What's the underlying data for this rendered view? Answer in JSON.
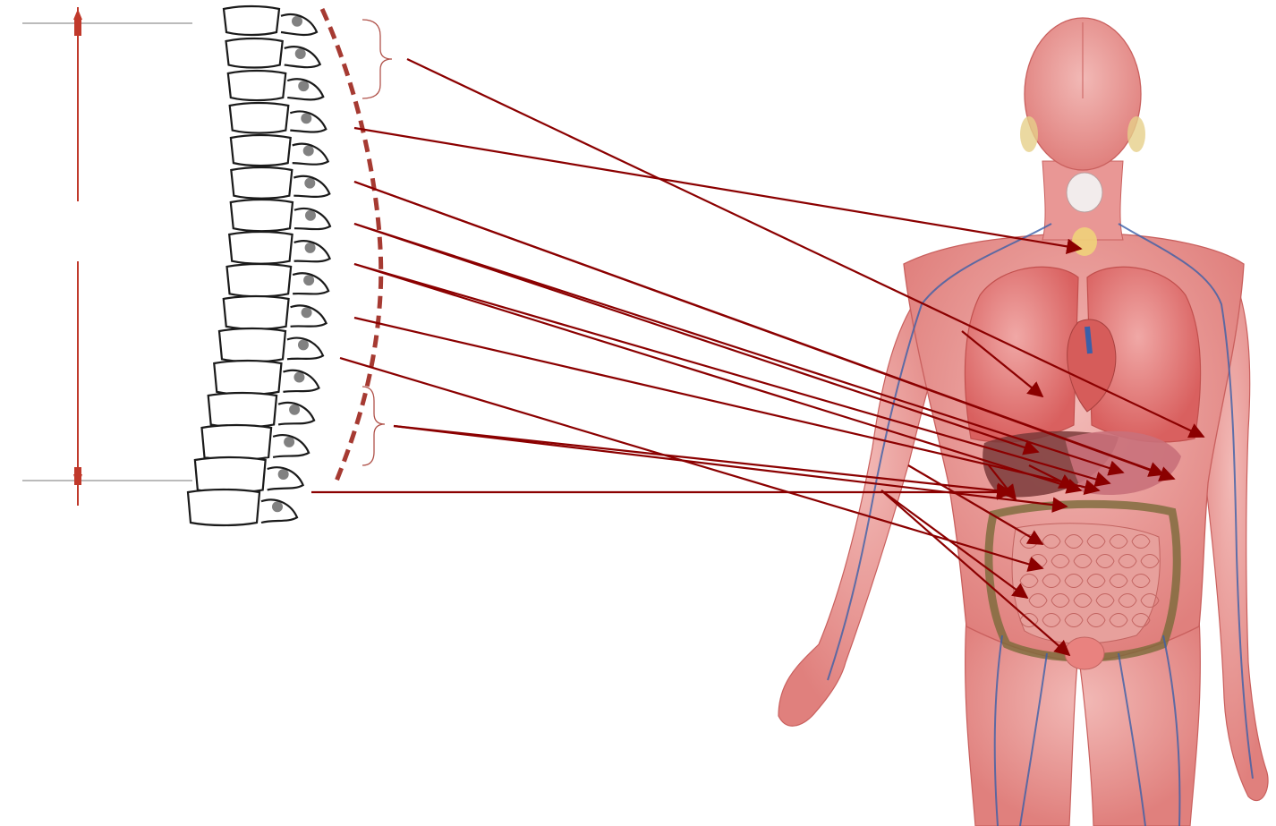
{
  "colors": {
    "arrow": "#8b0000",
    "measure_line": "#c0392b",
    "spine_outline": "#1a1a1a",
    "spine_dash": "#a63a32",
    "skin": "#eba3a1",
    "skin_dark": "#d9706f",
    "organ": "#e58b8b",
    "intestine": "#e7a09c",
    "vein": "#3b5fa8",
    "colon_band": "#7a6a3a"
  },
  "icons": {
    "spine": "vertebral-column-illustration",
    "body": "human-anatomy-illustration"
  },
  "arrows": [
    {
      "id": "upper-group-to-arm"
    },
    {
      "id": "vertebra-1-to-throat"
    },
    {
      "id": "vertebra-2-to-stomach"
    },
    {
      "id": "vertebra-3-to-stomach"
    },
    {
      "id": "vertebra-4-to-stomach"
    },
    {
      "id": "vertebra-5-to-stomach"
    },
    {
      "id": "vertebra-6-to-intestine"
    },
    {
      "id": "lower-group-to-liver"
    },
    {
      "id": "lumbar-to-colon"
    },
    {
      "id": "shoulder-to-lung"
    },
    {
      "id": "hip-to-intestine"
    }
  ]
}
